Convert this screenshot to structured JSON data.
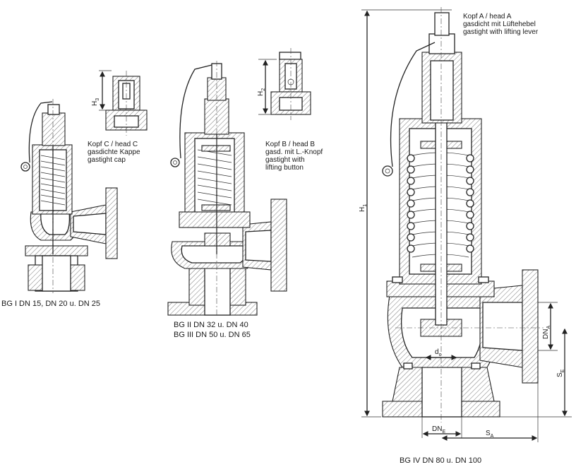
{
  "diagram": {
    "valve1": {
      "caption": "BG I DN 15, DN 20 u. DN 25"
    },
    "head_c": {
      "dimension": "H",
      "dimension_sub": "3",
      "label_lines": [
        "Kopf C / head C",
        "gasdichte Kappe",
        "gastight cap"
      ]
    },
    "valve2": {
      "caption_lines": [
        "BG II DN 32 u. DN 40",
        "BG III DN 50 u. DN 65"
      ]
    },
    "head_b": {
      "dimension": "H",
      "dimension_sub": "2",
      "label_lines": [
        "Kopf B / head B",
        "gasd. mit L.-Knopf",
        "gastight with",
        "lifting button"
      ]
    },
    "valve4": {
      "head_label_lines": [
        "Kopf A / head A",
        "gasdicht mit Lüftehebel",
        "gastight with lifting lever"
      ],
      "caption": "BG IV DN  80 u. DN 100",
      "dimensions": {
        "h1": {
          "main": "H",
          "sub": "1"
        },
        "dna": {
          "main": "DN",
          "sub": "A"
        },
        "se": {
          "main": "S",
          "sub": "E"
        },
        "do": {
          "main": "d",
          "sub": "o"
        },
        "dne": {
          "main": "DN",
          "sub": "E"
        },
        "sa": {
          "main": "S",
          "sub": "A"
        }
      }
    }
  }
}
